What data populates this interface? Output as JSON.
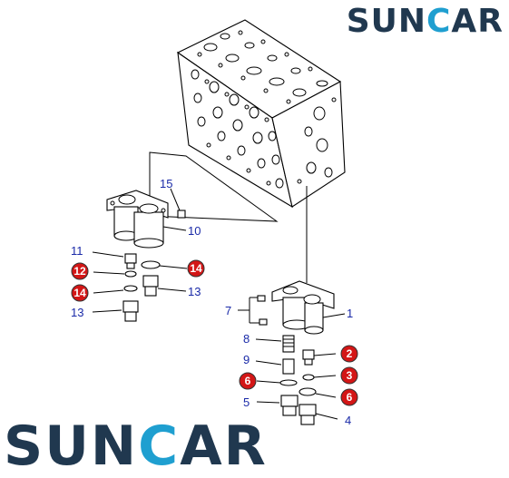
{
  "brand": {
    "top_logo": {
      "pre": "SUN",
      "accent": "C",
      "post": "AR"
    },
    "bottom_logo": {
      "pre": "SUN",
      "accent": "C",
      "post": "AR"
    },
    "colors": {
      "navy": "#20384f",
      "accent": "#1f9fd0",
      "badge_red": "#d31616",
      "callout_blue": "#1a2aa8"
    }
  },
  "callouts": {
    "plain": {
      "n15": "15",
      "n10": "10",
      "n11": "11",
      "n13a": "13",
      "n13b": "13",
      "n7": "7",
      "n1": "1",
      "n8": "8",
      "n9": "9",
      "n5": "5",
      "n4": "4"
    },
    "badges": {
      "b12": "12",
      "b14a": "14",
      "b14b": "14",
      "b2": "2",
      "b3": "3",
      "b6a": "6",
      "b6b": "6"
    }
  }
}
